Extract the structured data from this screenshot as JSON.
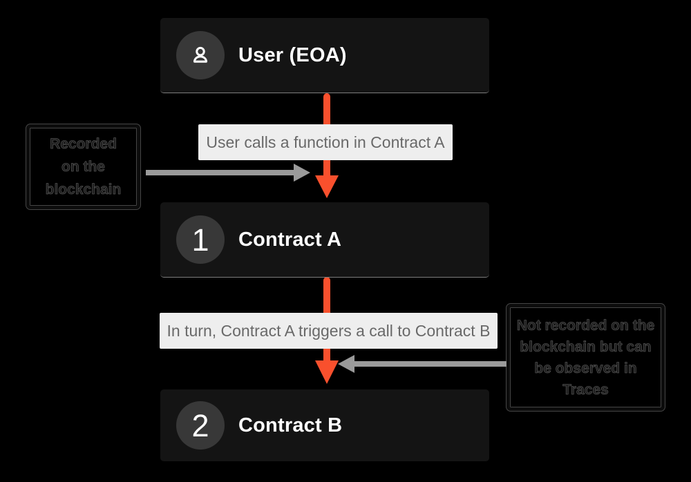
{
  "colors": {
    "background": "#000000",
    "box_bg": "#141414",
    "circle_bg": "#383838",
    "box_title": "#ffffff",
    "label_bg": "#eeeeee",
    "label_text": "#696969",
    "arrow_orange": "#f9502d",
    "arrow_gray": "#9a9a9a",
    "note_border": "#0c0c0c",
    "note_text": "#1e1e1e"
  },
  "nodes": [
    {
      "id": "user",
      "title": "User (EOA)",
      "icon": "user-icon"
    },
    {
      "id": "contract-a",
      "title": "Contract A",
      "badge": "1"
    },
    {
      "id": "contract-b",
      "title": "Contract B",
      "badge": "2"
    }
  ],
  "edges": [
    {
      "label": "User calls a function in Contract A"
    },
    {
      "label": "In turn, Contract A triggers a call to Contract B"
    }
  ],
  "notes": [
    {
      "side": "left",
      "lines": [
        "Recorded",
        "on the",
        "blockchain"
      ]
    },
    {
      "side": "right",
      "lines": [
        "Not recorded on the",
        "blockchain but can",
        "be observed in",
        "Traces"
      ]
    }
  ]
}
